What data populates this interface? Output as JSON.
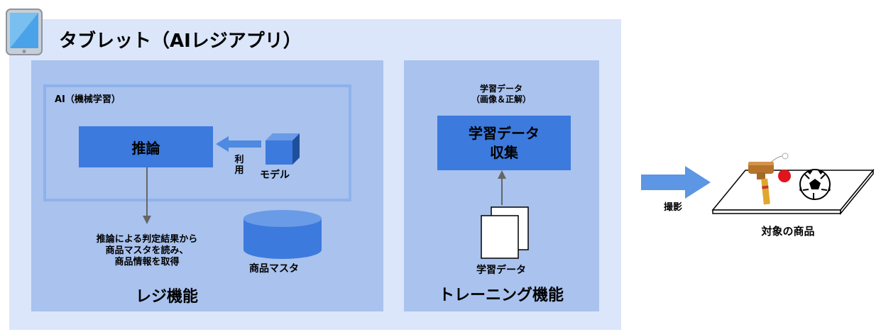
{
  "tablet": {
    "title": "タブレット（AIレジアプリ）"
  },
  "register": {
    "title": "レジ機能",
    "ai_label": "AI（機械学習）",
    "inference_label": "推論",
    "use_label": "利用",
    "model_label": "モデル",
    "result_lines": [
      "推論による判定結果から",
      "商品マスタを読み、",
      "商品情報を取得"
    ],
    "master_label": "商品マスタ"
  },
  "training": {
    "title": "トレーニング機能",
    "data_top_lines": [
      "学習データ",
      "（画像＆正解）"
    ],
    "collect_lines": [
      "学習データ",
      "収集"
    ],
    "data_bottom_label": "学習データ"
  },
  "capture": {
    "shoot_label": "撮影",
    "target_label": "対象の商品"
  },
  "colors": {
    "outer_panel": "#dbe6fa",
    "inner_panel": "#a9c2ee",
    "box_blue": "#3c7add",
    "arrow_blue": "#4e8ae0"
  },
  "icons": [
    "tablet-icon",
    "cube-icon",
    "database-icon",
    "document-stack-icon",
    "kendama-icon",
    "soccer-ball-icon"
  ]
}
